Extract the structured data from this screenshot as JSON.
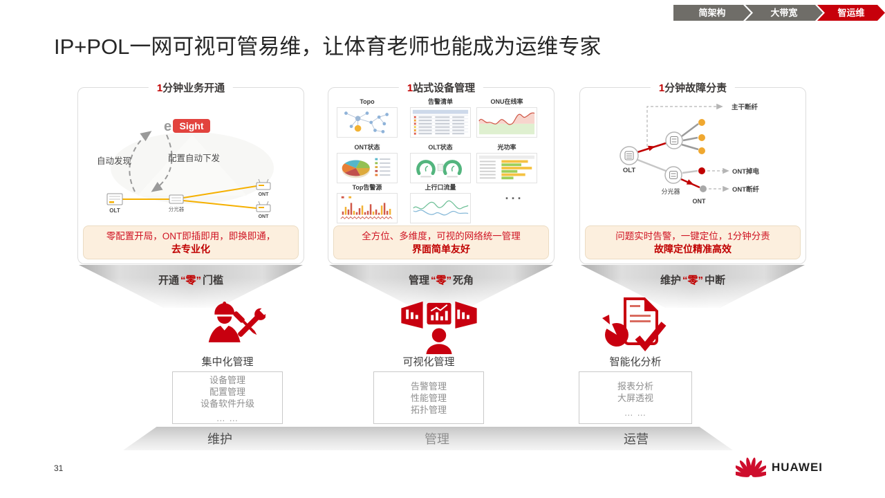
{
  "slide": {
    "title": "IP+POL一网可视可管易维，让体育老师也能成为运维专家",
    "page_number": "31",
    "brand": "HUAWEI"
  },
  "breadcrumb": [
    {
      "label": "简架构"
    },
    {
      "label": "大带宽"
    },
    {
      "label": "智运维"
    }
  ],
  "colors": {
    "accent_red": "#C7000B",
    "callout_red": "#C00000",
    "callout_bg": "#FCEFDE",
    "link_yellow": "#F5B000",
    "node_orange": "#F0A830"
  },
  "panels": [
    {
      "heading_num": "1",
      "heading_text": "分钟业务开通",
      "callout_line1": "零配置开局，ONT即插即用，即换即通，",
      "callout_line2": "去专业化",
      "banner_pre": "开通",
      "banner_zero": "“零”",
      "banner_post": "门槛",
      "capability_title": "集中化管理",
      "capability_items": [
        "设备管理",
        "配置管理",
        "设备软件升级",
        "… …"
      ],
      "stage_label": "维护"
    },
    {
      "heading_num": "1",
      "heading_text": "站式设备管理",
      "callout_line1": "全方位、多维度，可视的网络统一管理",
      "callout_line2": "界面简单友好",
      "banner_pre": "管理",
      "banner_zero": "“零”",
      "banner_post": "死角",
      "capability_title": "可视化管理",
      "capability_items": [
        "告警管理",
        "性能管理",
        "拓扑管理"
      ],
      "stage_label": "管理"
    },
    {
      "heading_num": "1",
      "heading_text": "分钟故障分责",
      "callout_line1": "问题实时告警，一键定位，1分钟分责",
      "callout_line2": "故障定位精准高效",
      "banner_pre": "维护",
      "banner_zero": "“零”",
      "banner_post": "中断",
      "capability_title": "智能化分析",
      "capability_items": [
        "报表分析",
        "大屏透视",
        "… …"
      ],
      "stage_label": "运营"
    }
  ],
  "provision_diagram": {
    "esight_e": "e",
    "esight_name": "Sight",
    "auto_discover": "自动发现",
    "auto_config": "配置自动下发",
    "olt": "OLT",
    "splitter": "分光器",
    "ont_a": "ONT",
    "ont_b": "ONT"
  },
  "dashboard": {
    "cards": [
      {
        "title": "Topo"
      },
      {
        "title": "告警清单"
      },
      {
        "title": "ONU在线率"
      },
      {
        "title": "ONT状态"
      },
      {
        "title": "OLT状态"
      },
      {
        "title": "光功率"
      },
      {
        "title": "Top告警源"
      },
      {
        "title": "上行口流量"
      }
    ],
    "more": "···"
  },
  "fault_diagram": {
    "olt": "OLT",
    "splitter": "分光器",
    "ont": "ONT",
    "trunk_break": "主干断纤",
    "ont_power_off": "ONT掉电",
    "ont_fiber_break": "ONT断纤"
  }
}
